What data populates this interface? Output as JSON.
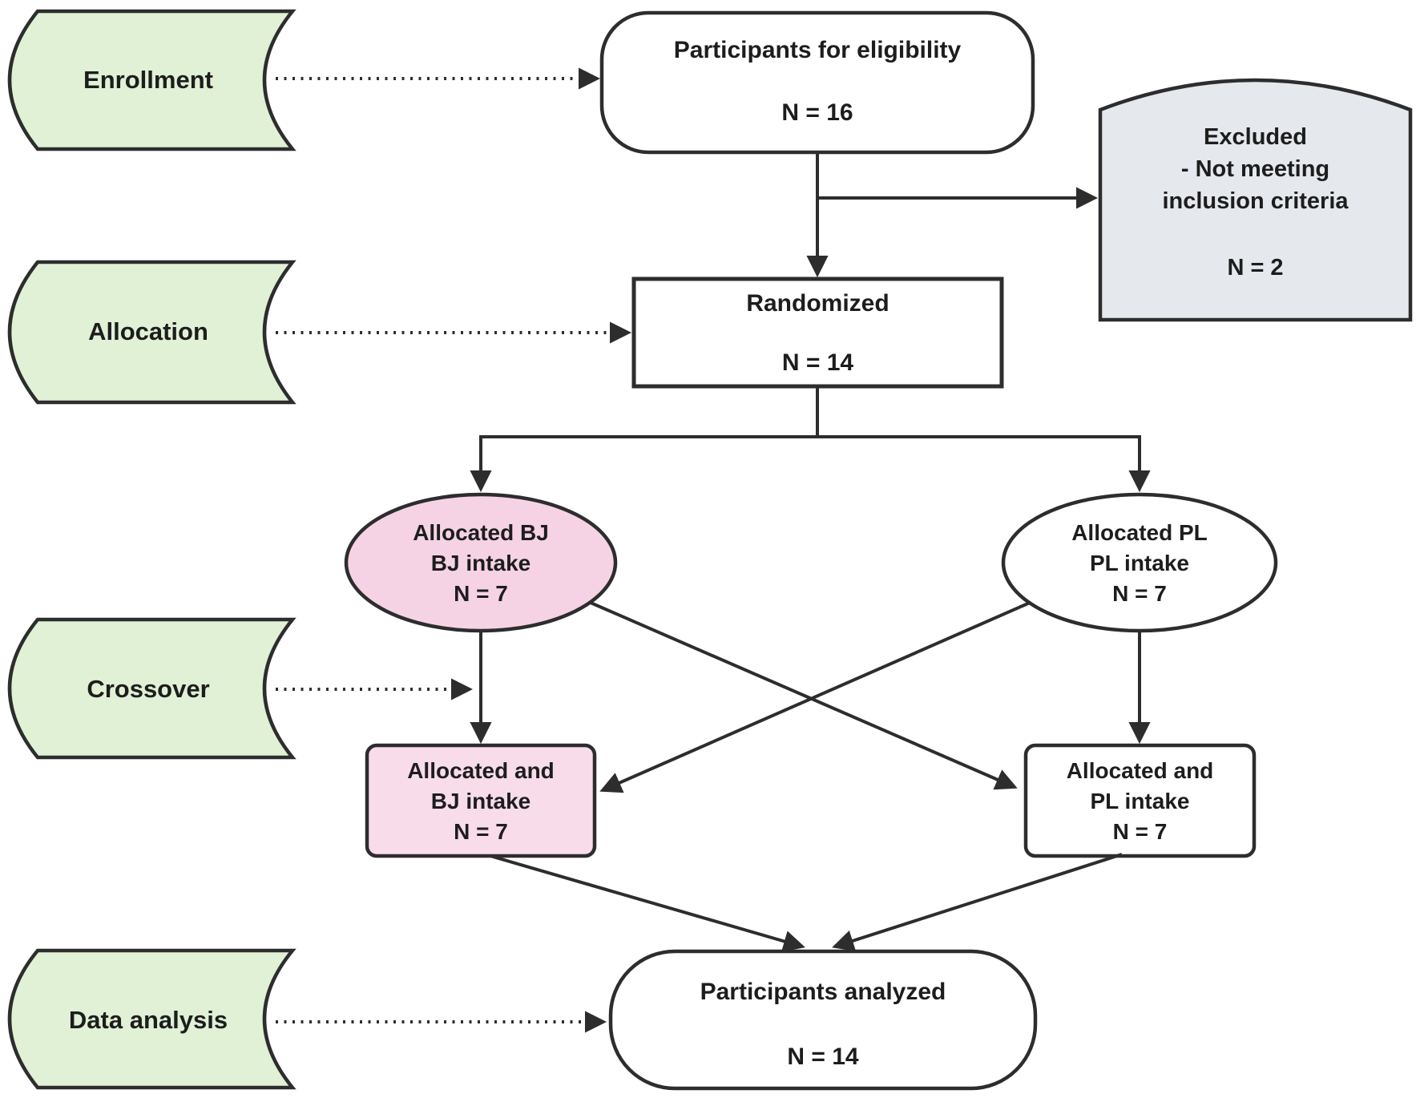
{
  "stages": {
    "enrollment": "Enrollment",
    "allocation": "Allocation",
    "crossover": "Crossover",
    "data_analysis": "Data analysis"
  },
  "nodes": {
    "eligibility": {
      "title": "Participants for eligibility",
      "n": "N = 16"
    },
    "excluded": {
      "line1": "Excluded",
      "line2": "- Not meeting",
      "line3": "inclusion criteria",
      "n": "N = 2"
    },
    "randomized": {
      "title": "Randomized",
      "n": "N = 14"
    },
    "allocated_bj": {
      "line1": "Allocated BJ",
      "line2": "BJ intake",
      "n": "N = 7"
    },
    "allocated_pl": {
      "line1": "Allocated PL",
      "line2": "PL intake",
      "n": "N = 7"
    },
    "crossover_bj": {
      "line1": "Allocated and",
      "line2": "BJ intake",
      "n": "N = 7"
    },
    "crossover_pl": {
      "line1": "Allocated and",
      "line2": "PL intake",
      "n": "N = 7"
    },
    "analyzed": {
      "title": "Participants analyzed",
      "n": "N = 14"
    }
  },
  "colors": {
    "stage_fill": "#e0f1d6",
    "gray_fill": "#e5e8ec",
    "pink_fill": "#f5d3e4",
    "pink_light_fill": "#f8dcea",
    "white_fill": "#ffffff",
    "line": "#2d2d2d",
    "text": "#1d1d1d"
  }
}
